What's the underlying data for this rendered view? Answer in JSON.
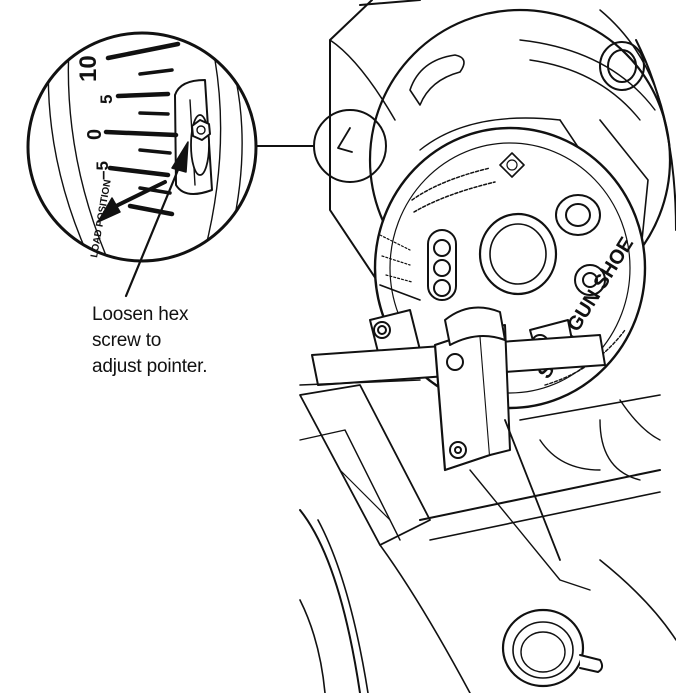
{
  "callout": {
    "lines": [
      "Loosen hex",
      "screw to",
      "adjust pointer."
    ]
  },
  "scale": {
    "ticks": [
      "10",
      "5",
      "0",
      "–5"
    ],
    "position_label": "LOAD POSITION"
  },
  "shoe": {
    "brand_label": "SHOTGUN SHOE"
  },
  "colors": {
    "line": "#111111",
    "fill": "#ffffff"
  }
}
